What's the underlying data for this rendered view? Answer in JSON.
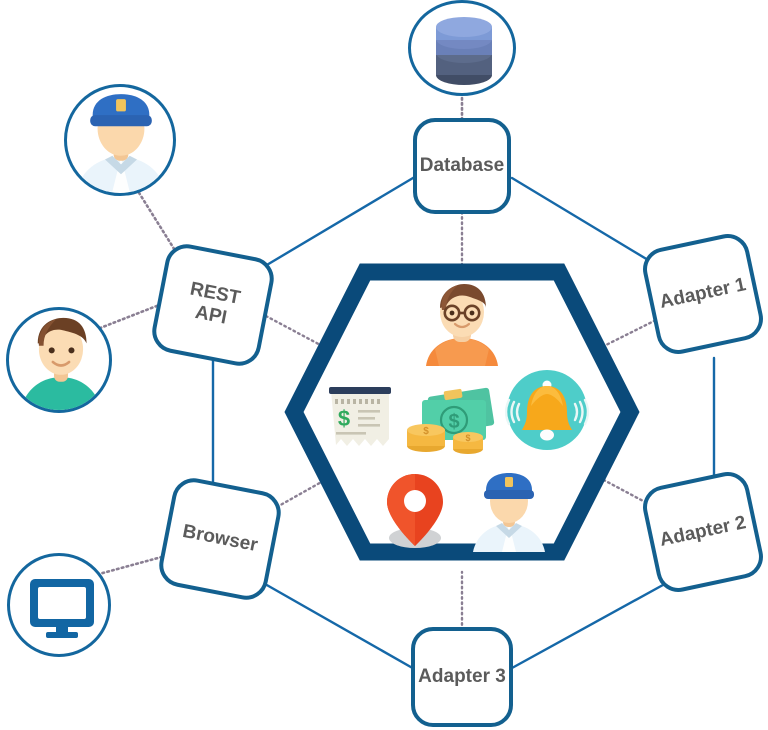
{
  "diagram": {
    "title": "Integration architecture hexagon diagram",
    "background": "#ffffff",
    "colors": {
      "hexagon_stroke": "#0a4a7a",
      "node_border": "#13608f",
      "node_fill": "#ffffff",
      "node_text": "#5b5b5b",
      "solid_connector": "#1568a8",
      "dotted_connector": "#8a7f93",
      "badge_ring": "#14679e",
      "monitor_blue": "#1266a3",
      "bell_circle": "#4ecdc9",
      "bell_body": "#f7a81b",
      "pin_red": "#e8431f",
      "money_green": "#4fc3a1",
      "coin_gold": "#f5b841",
      "shirt_orange": "#f58a3c",
      "shirt_teal": "#2bbba0",
      "cap_blue": "#2f6fc4",
      "db_top": "#7d9ad6",
      "db_mid": "#6a80b8",
      "db_low": "#53617f",
      "db_bottom": "#414d66"
    }
  },
  "nodes": [
    {
      "id": "database",
      "label": "Database",
      "rotation": 0
    },
    {
      "id": "adapter-1",
      "label": "Adapter 1",
      "rotation": -12
    },
    {
      "id": "adapter-2",
      "label": "Adapter 2",
      "rotation": -12
    },
    {
      "id": "adapter-3",
      "label": "Adapter 3",
      "rotation": 0
    },
    {
      "id": "browser",
      "label": "Browser",
      "rotation": 11
    },
    {
      "id": "rest-api",
      "label": "REST\nAPI",
      "label_line1": "REST",
      "label_line2": "API",
      "rotation": 11
    }
  ],
  "badges": [
    {
      "id": "officer-badge",
      "icon": "officer-avatar-icon",
      "description": "Officer with blue cap"
    },
    {
      "id": "customer-badge",
      "icon": "customer-avatar-icon",
      "description": "Young person with teal shirt"
    },
    {
      "id": "monitor-badge",
      "icon": "desktop-monitor-icon",
      "description": "Desktop computer monitor"
    },
    {
      "id": "database-badge",
      "icon": "database-cylinder-icon",
      "description": "Stacked database cylinder"
    }
  ],
  "center_icons": [
    {
      "id": "developer",
      "icon": "person-glasses-icon",
      "description": "Person with glasses in orange shirt"
    },
    {
      "id": "receipt",
      "icon": "receipt-dollar-icon",
      "description": "Paper receipt with dollar sign"
    },
    {
      "id": "money",
      "icon": "cash-coins-icon",
      "description": "Banknotes and gold coins"
    },
    {
      "id": "notification",
      "icon": "ringing-bell-icon",
      "description": "Ringing bell on teal circle"
    },
    {
      "id": "location",
      "icon": "map-pin-icon",
      "description": "Red map location pin"
    },
    {
      "id": "staff",
      "icon": "officer-avatar-icon",
      "description": "Officer with blue cap"
    }
  ],
  "connectors": [
    {
      "from": "rest-api",
      "to": "officer-badge",
      "style": "dotted"
    },
    {
      "from": "rest-api",
      "to": "customer-badge",
      "style": "dotted"
    },
    {
      "from": "browser",
      "to": "monitor-badge",
      "style": "dotted"
    },
    {
      "from": "database-badge",
      "to": "database",
      "style": "dotted"
    },
    {
      "from": "rest-api",
      "to": "database",
      "style": "solid"
    },
    {
      "from": "database",
      "to": "adapter-1",
      "style": "solid"
    },
    {
      "from": "adapter-1",
      "to": "adapter-2",
      "style": "solid"
    },
    {
      "from": "adapter-2",
      "to": "adapter-3",
      "style": "solid"
    },
    {
      "from": "adapter-3",
      "to": "browser",
      "style": "solid"
    },
    {
      "from": "browser",
      "to": "rest-api",
      "style": "solid"
    },
    {
      "from": "database",
      "to": "hexagon",
      "style": "dotted"
    },
    {
      "from": "adapter-1",
      "to": "hexagon",
      "style": "dotted"
    },
    {
      "from": "adapter-2",
      "to": "hexagon",
      "style": "dotted"
    },
    {
      "from": "adapter-3",
      "to": "hexagon",
      "style": "dotted"
    },
    {
      "from": "browser",
      "to": "hexagon",
      "style": "dotted"
    },
    {
      "from": "rest-api",
      "to": "hexagon",
      "style": "dotted"
    }
  ]
}
